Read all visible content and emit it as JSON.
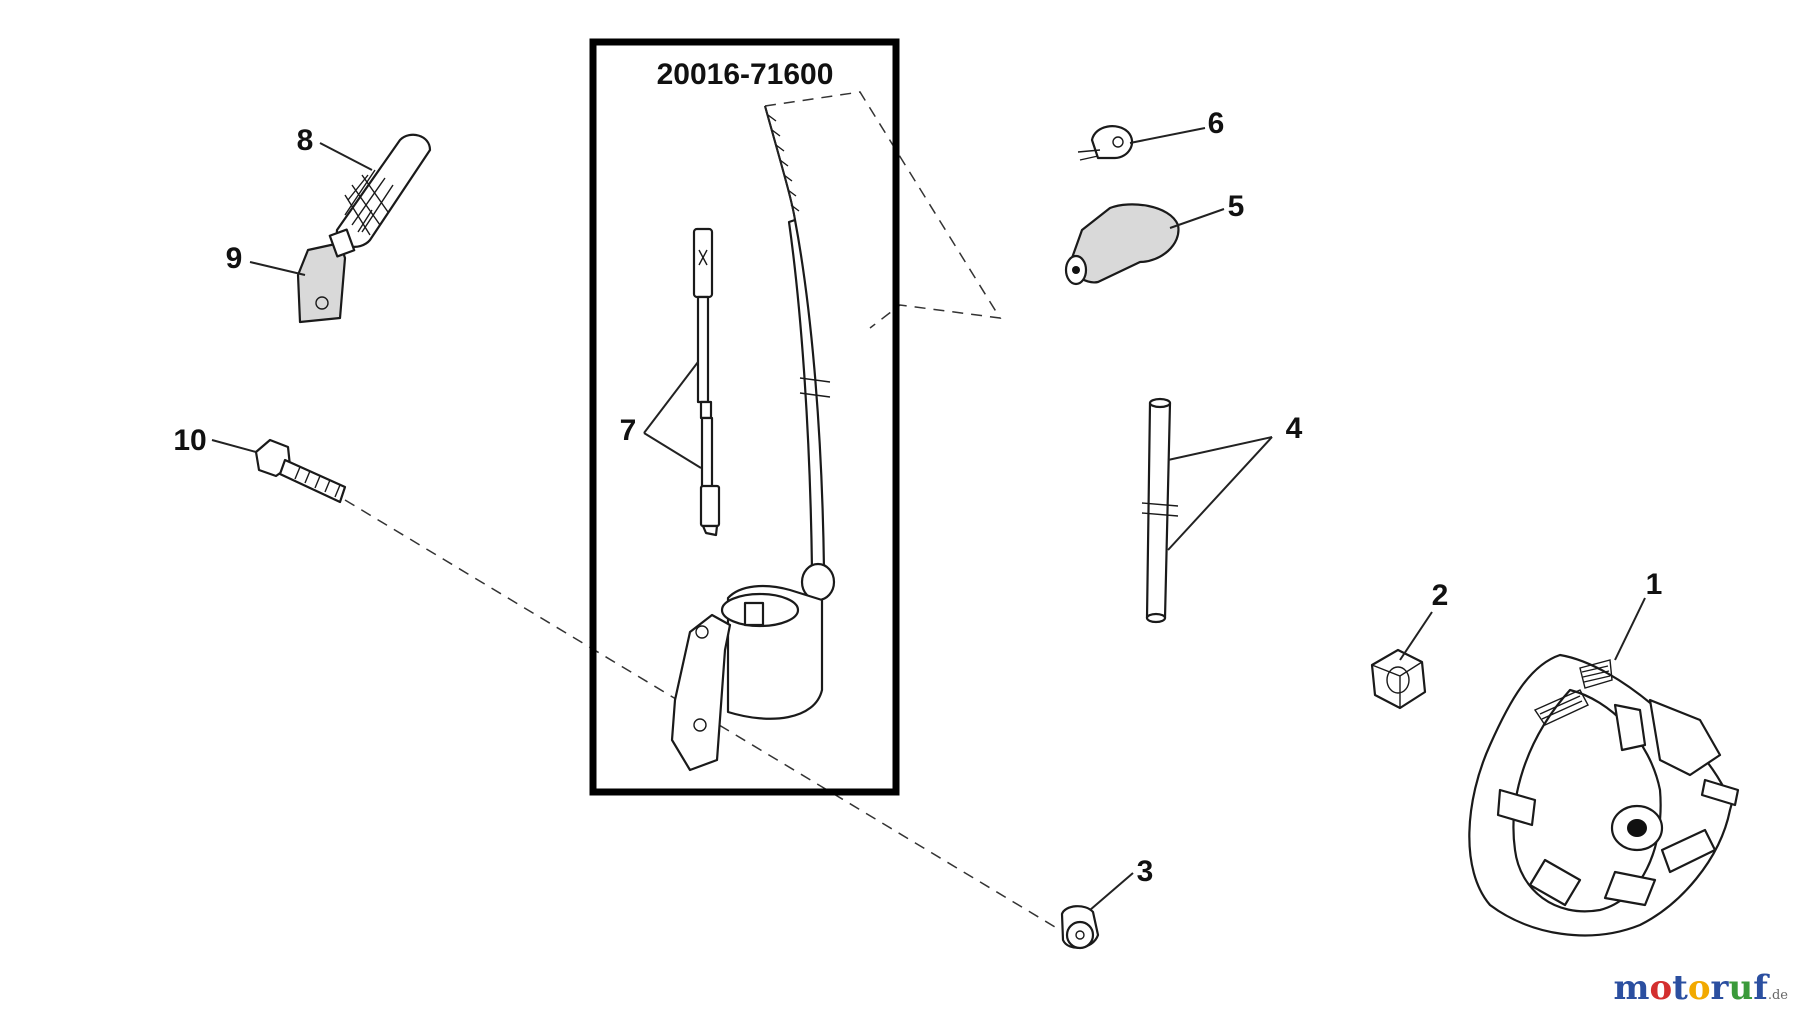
{
  "diagram": {
    "kit_part_number": "20016-71600",
    "callouts": [
      "1",
      "2",
      "3",
      "4",
      "5",
      "6",
      "7",
      "8",
      "9",
      "10"
    ]
  },
  "watermark": {
    "parts": [
      {
        "text": "m",
        "color": "#2b4fa0"
      },
      {
        "text": "o",
        "color": "#d32f2f"
      },
      {
        "text": "t",
        "color": "#2b4fa0"
      },
      {
        "text": "o",
        "color": "#f2a900"
      },
      {
        "text": "r",
        "color": "#2b4fa0"
      },
      {
        "text": "u",
        "color": "#3a9a3a"
      },
      {
        "text": "f",
        "color": "#2b4fa0"
      }
    ],
    "suffix": ".de"
  }
}
